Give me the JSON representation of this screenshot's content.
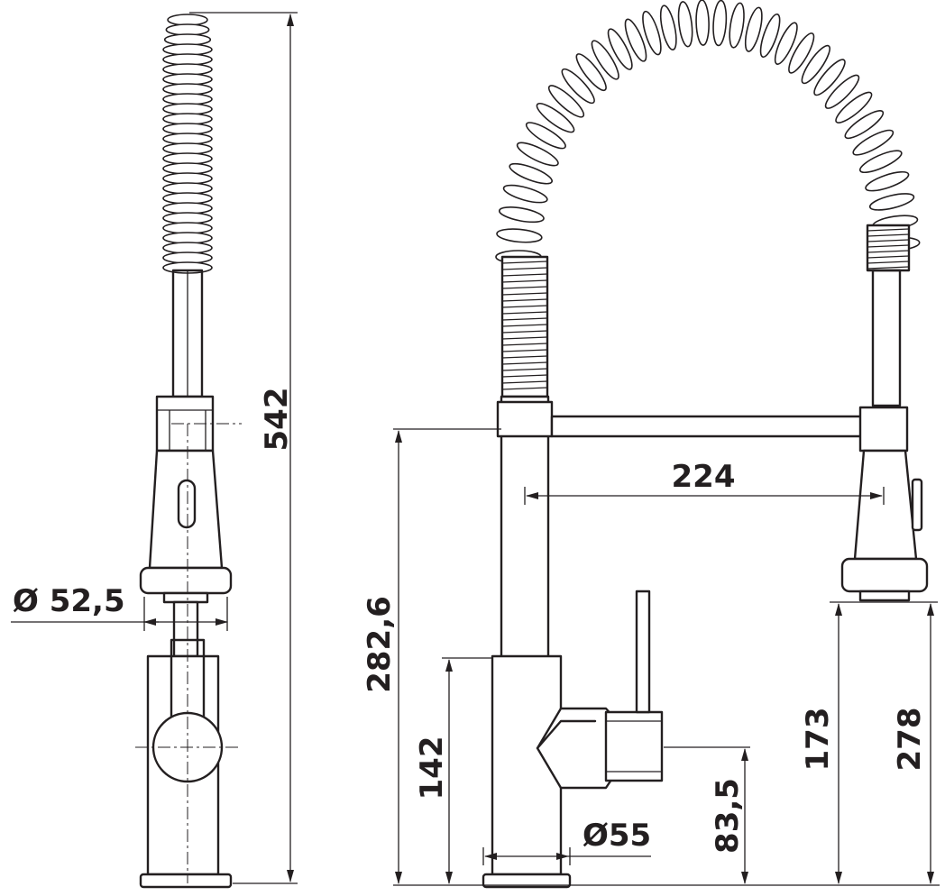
{
  "dimensions": {
    "total_height": "542",
    "spout_diameter": "Ø 52,5",
    "reach": "224",
    "spout_height": "282,6",
    "body_height": "142",
    "lever_height": "83,5",
    "base_diameter": "Ø55",
    "head_clearance": "173",
    "head_height": "278"
  },
  "colors": {
    "line": "#231f20",
    "background": "#ffffff"
  }
}
